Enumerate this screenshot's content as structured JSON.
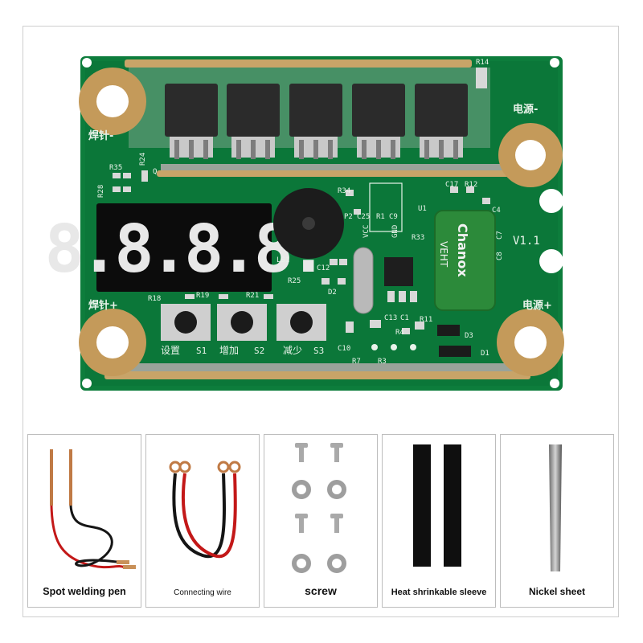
{
  "board": {
    "silkscreen": {
      "weld_neg": "焊针-",
      "weld_pos": "焊针+",
      "power_neg": "电源-",
      "power_pos": "电源+",
      "version": "V1.1",
      "button_set": "设置",
      "button_up": "增加",
      "button_down": "减少",
      "s1": "S1",
      "s2": "S2",
      "s3": "S3",
      "r14": "R14",
      "r24": "R24",
      "r35": "R35",
      "r28": "R28",
      "q": "Q",
      "r34": "R34",
      "c17": "C17",
      "r12": "R12",
      "c4": "C4",
      "p2": "P2",
      "c25": "C25",
      "r1": "R1",
      "c9": "C9",
      "u1": "U1",
      "r33": "R33",
      "c8": "C8",
      "c7": "C7",
      "ls1": "LS1",
      "c12": "C12",
      "r25": "R25",
      "d2": "D2",
      "r18": "R18",
      "r19": "R19",
      "r21": "R21",
      "c13": "C13",
      "c1": "C1",
      "r11": "R11",
      "d3": "D3",
      "d1": "D1",
      "c10": "C10",
      "r7": "R7",
      "r3": "R3",
      "r4": "R4",
      "vcc": "VCC",
      "gnd": "GND"
    },
    "display": {
      "digits": "8.8.8.8."
    },
    "capacitor": {
      "brand": "Chanox",
      "series": "VEHT"
    },
    "colors": {
      "pcb": "#0b7a3a",
      "copper": "#c8a468",
      "pad": "#c49a5a",
      "display": "#e8e8e8"
    }
  },
  "accessories": [
    {
      "label": "Spot welding pen"
    },
    {
      "label": "Connecting wire"
    },
    {
      "label": "screw"
    },
    {
      "label": "Heat shrinkable sleeve"
    },
    {
      "label": "Nickel sheet"
    }
  ]
}
